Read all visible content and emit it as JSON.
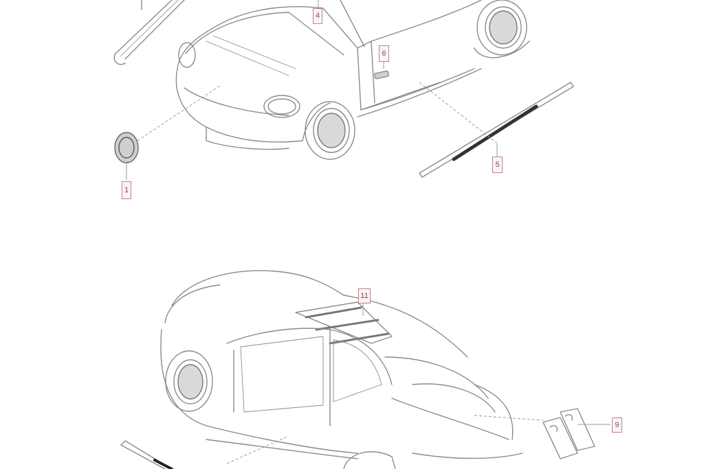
{
  "diagram": {
    "type": "exploded parts diagram",
    "subject": "compact hatchback car - emblems and trim strips",
    "views": [
      {
        "name": "front-three-quarter view",
        "region": "top"
      },
      {
        "name": "rear-three-quarter view",
        "region": "bottom"
      }
    ],
    "colors": {
      "line": "#8a8a8a",
      "dark_part": "#3a3a3a",
      "callout_border": "#b8868c",
      "callout_fill": "#fbf3f4",
      "callout_text": "#7a4a52",
      "leader_line": "#9a9a9a"
    },
    "callouts": [
      {
        "id": "1",
        "label": "1",
        "part": "front-emblem"
      },
      {
        "id": "4",
        "label": "4",
        "part": "roof-molding-clip"
      },
      {
        "id": "5",
        "label": "5",
        "part": "side-sill-stripe"
      },
      {
        "id": "6",
        "label": "6",
        "part": "door-badge"
      },
      {
        "id": "9",
        "label": "9",
        "part": "rear-decal-set"
      },
      {
        "id": "11",
        "label": "11",
        "part": "roof-stripe"
      }
    ]
  }
}
